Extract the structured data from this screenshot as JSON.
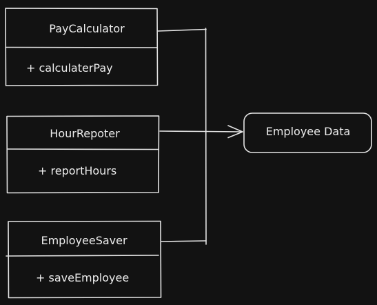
{
  "classes": [
    {
      "name": "PayCalculator",
      "method": "+ calculaterPay"
    },
    {
      "name": "HourRepoter",
      "method": "+ reportHours"
    },
    {
      "name": "EmployeeSaver",
      "method": "+ saveEmployee"
    }
  ],
  "target": {
    "label": "Employee Data"
  },
  "colors": {
    "background": "#121212",
    "stroke": "#e4e4e4",
    "text": "#ececec"
  }
}
